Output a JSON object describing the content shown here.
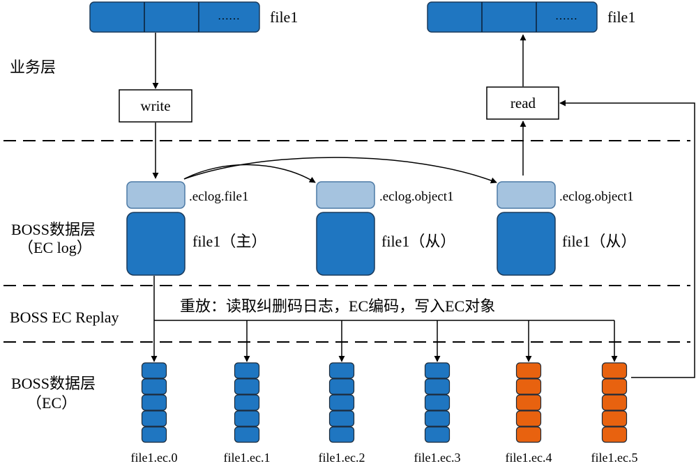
{
  "layers": {
    "business": "业务层",
    "eclog_line1": "BOSS数据层",
    "eclog_line2": "（EC log）",
    "replay": "BOSS EC Replay",
    "ec_line1": "BOSS数据层",
    "ec_line2": "（EC）"
  },
  "top": {
    "left_file_label": "file1",
    "right_file_label": "file1",
    "dots": "……",
    "write_label": "write",
    "read_label": "read"
  },
  "eclog": {
    "nodes": [
      {
        "log_label": ".eclog.file1",
        "file_label": "file1（主）"
      },
      {
        "log_label": ".eclog.object1",
        "file_label": "file1（从）"
      },
      {
        "log_label": ".eclog.object1",
        "file_label": "file1（从）"
      }
    ]
  },
  "replay": {
    "description": "重放：读取纠删码日志，EC编码，写入EC对象"
  },
  "ec": {
    "stacks": [
      {
        "label": "file1.ec.0",
        "color": "#1F76C1"
      },
      {
        "label": "file1.ec.1",
        "color": "#1F76C1"
      },
      {
        "label": "file1.ec.2",
        "color": "#1F76C1"
      },
      {
        "label": "file1.ec.3",
        "color": "#1F76C1"
      },
      {
        "label": "file1.ec.4",
        "color": "#E8620F"
      },
      {
        "label": "file1.ec.5",
        "color": "#E8620F"
      }
    ]
  },
  "colors": {
    "blue": "#1F76C1",
    "light_blue": "#A5C3DF",
    "orange": "#E8620F",
    "line": "#000000"
  }
}
